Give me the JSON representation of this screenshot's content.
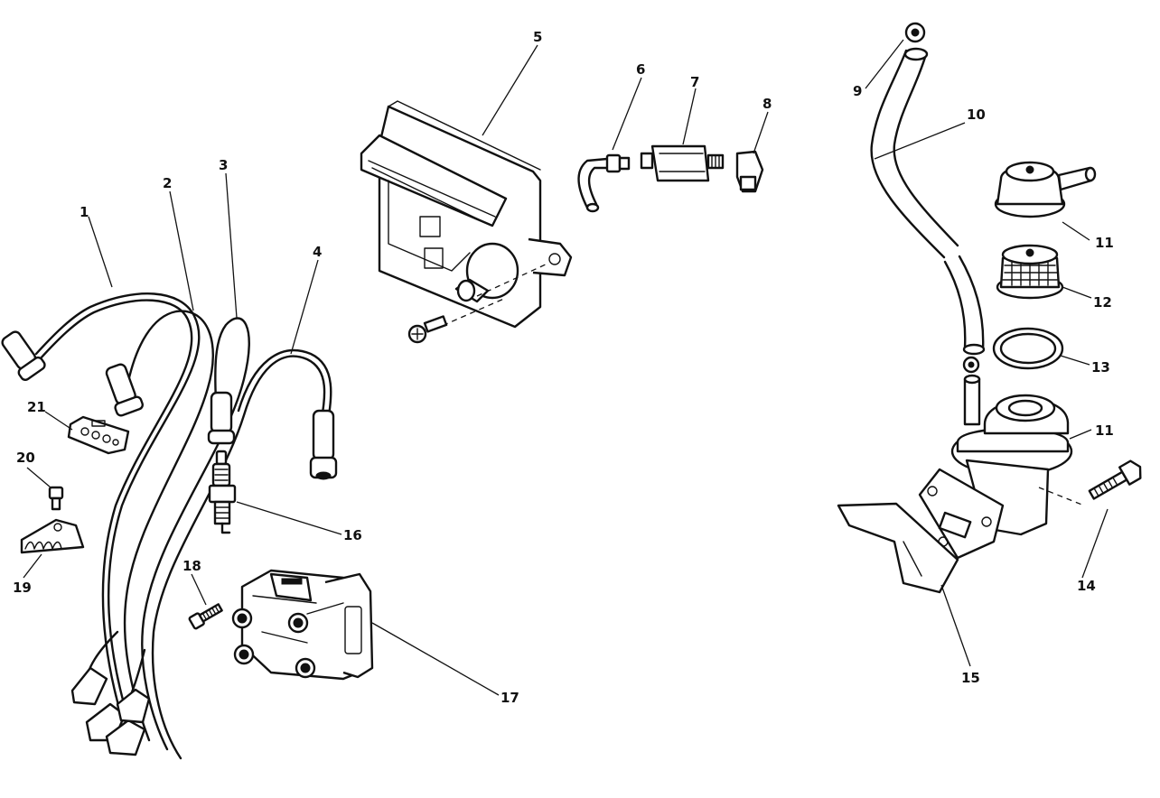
{
  "callouts": [
    {
      "id": "1",
      "text": "1"
    },
    {
      "id": "2",
      "text": "2"
    },
    {
      "id": "3",
      "text": "3"
    },
    {
      "id": "4",
      "text": "4"
    },
    {
      "id": "5",
      "text": "5"
    },
    {
      "id": "6",
      "text": "6"
    },
    {
      "id": "7",
      "text": "7"
    },
    {
      "id": "8",
      "text": "8"
    },
    {
      "id": "9",
      "text": "9"
    },
    {
      "id": "10",
      "text": "10"
    },
    {
      "id": "11a",
      "text": "11"
    },
    {
      "id": "12",
      "text": "12"
    },
    {
      "id": "13",
      "text": "13"
    },
    {
      "id": "11b",
      "text": "11"
    },
    {
      "id": "14",
      "text": "14"
    },
    {
      "id": "15",
      "text": "15"
    },
    {
      "id": "16",
      "text": "16"
    },
    {
      "id": "17",
      "text": "17"
    },
    {
      "id": "18",
      "text": "18"
    },
    {
      "id": "19",
      "text": "19"
    },
    {
      "id": "20",
      "text": "20"
    },
    {
      "id": "21",
      "text": "21"
    }
  ]
}
